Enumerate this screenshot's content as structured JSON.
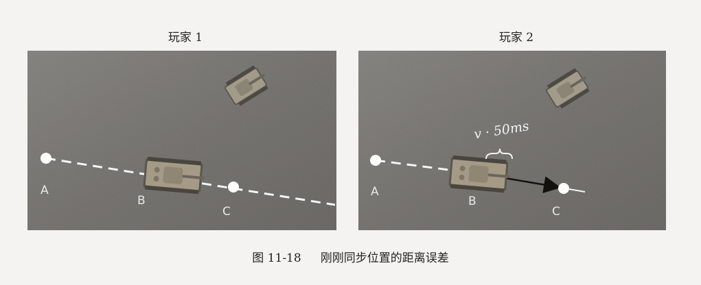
{
  "panels": [
    {
      "title": "玩家 1",
      "labels": {
        "a": "A",
        "b": "B",
        "c": "C"
      }
    },
    {
      "title": "玩家 2",
      "labels": {
        "a": "A",
        "b": "B",
        "c": "C"
      },
      "annotation": "v · 50ms"
    }
  ],
  "caption": {
    "figure_number": "图 11-18",
    "text": "刚刚同步位置的距离误差"
  },
  "colors": {
    "ground": "#7d7b78",
    "path": "#f5f5f5",
    "arrow": "#111111",
    "tank": "#9c9484"
  }
}
